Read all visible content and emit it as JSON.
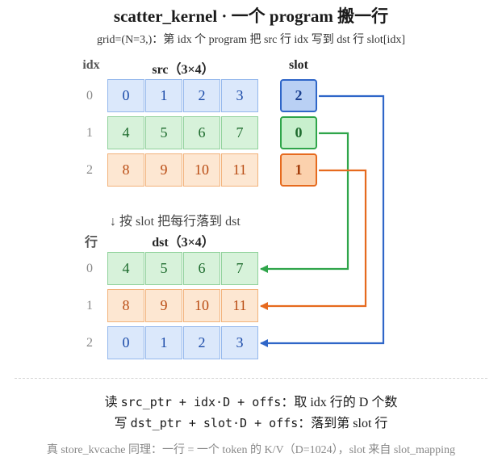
{
  "title": "scatter_kernel · 一个 program 搬一行",
  "subtitle": "grid=(N=3,)：第 idx 个 program 把 src 行 idx 写到 dst 行 slot[idx]",
  "headers": {
    "idx": "idx",
    "src": "src（3×4）",
    "slot": "slot",
    "row": "行",
    "dst": "dst（3×4）"
  },
  "src": {
    "row_labels": [
      "0",
      "1",
      "2"
    ],
    "rows": [
      [
        "0",
        "1",
        "2",
        "3"
      ],
      [
        "4",
        "5",
        "6",
        "7"
      ],
      [
        "8",
        "9",
        "10",
        "11"
      ]
    ]
  },
  "slots": [
    "2",
    "0",
    "1"
  ],
  "step_note": "↓ 按 slot 把每行落到 dst",
  "dst": {
    "row_labels": [
      "0",
      "1",
      "2"
    ],
    "rows": [
      [
        "4",
        "5",
        "6",
        "7"
      ],
      [
        "8",
        "9",
        "10",
        "11"
      ],
      [
        "0",
        "1",
        "2",
        "3"
      ]
    ]
  },
  "formulas": {
    "read_prefix": "读 ",
    "read_code": "src_ptr + idx·D + offs",
    "read_suffix": "：取 idx 行的 D 个数",
    "write_prefix": "写 ",
    "write_code": "dst_ptr + slot·D + offs",
    "write_suffix": "：落到第 slot 行"
  },
  "footnote": "真 store_kvcache 同理：一行 = 一个 token 的 K/V（D=1024），slot 来自 slot_mapping",
  "colors": {
    "blue": "#2f66c8",
    "green": "#2fa54a",
    "orange": "#e66a1e"
  }
}
